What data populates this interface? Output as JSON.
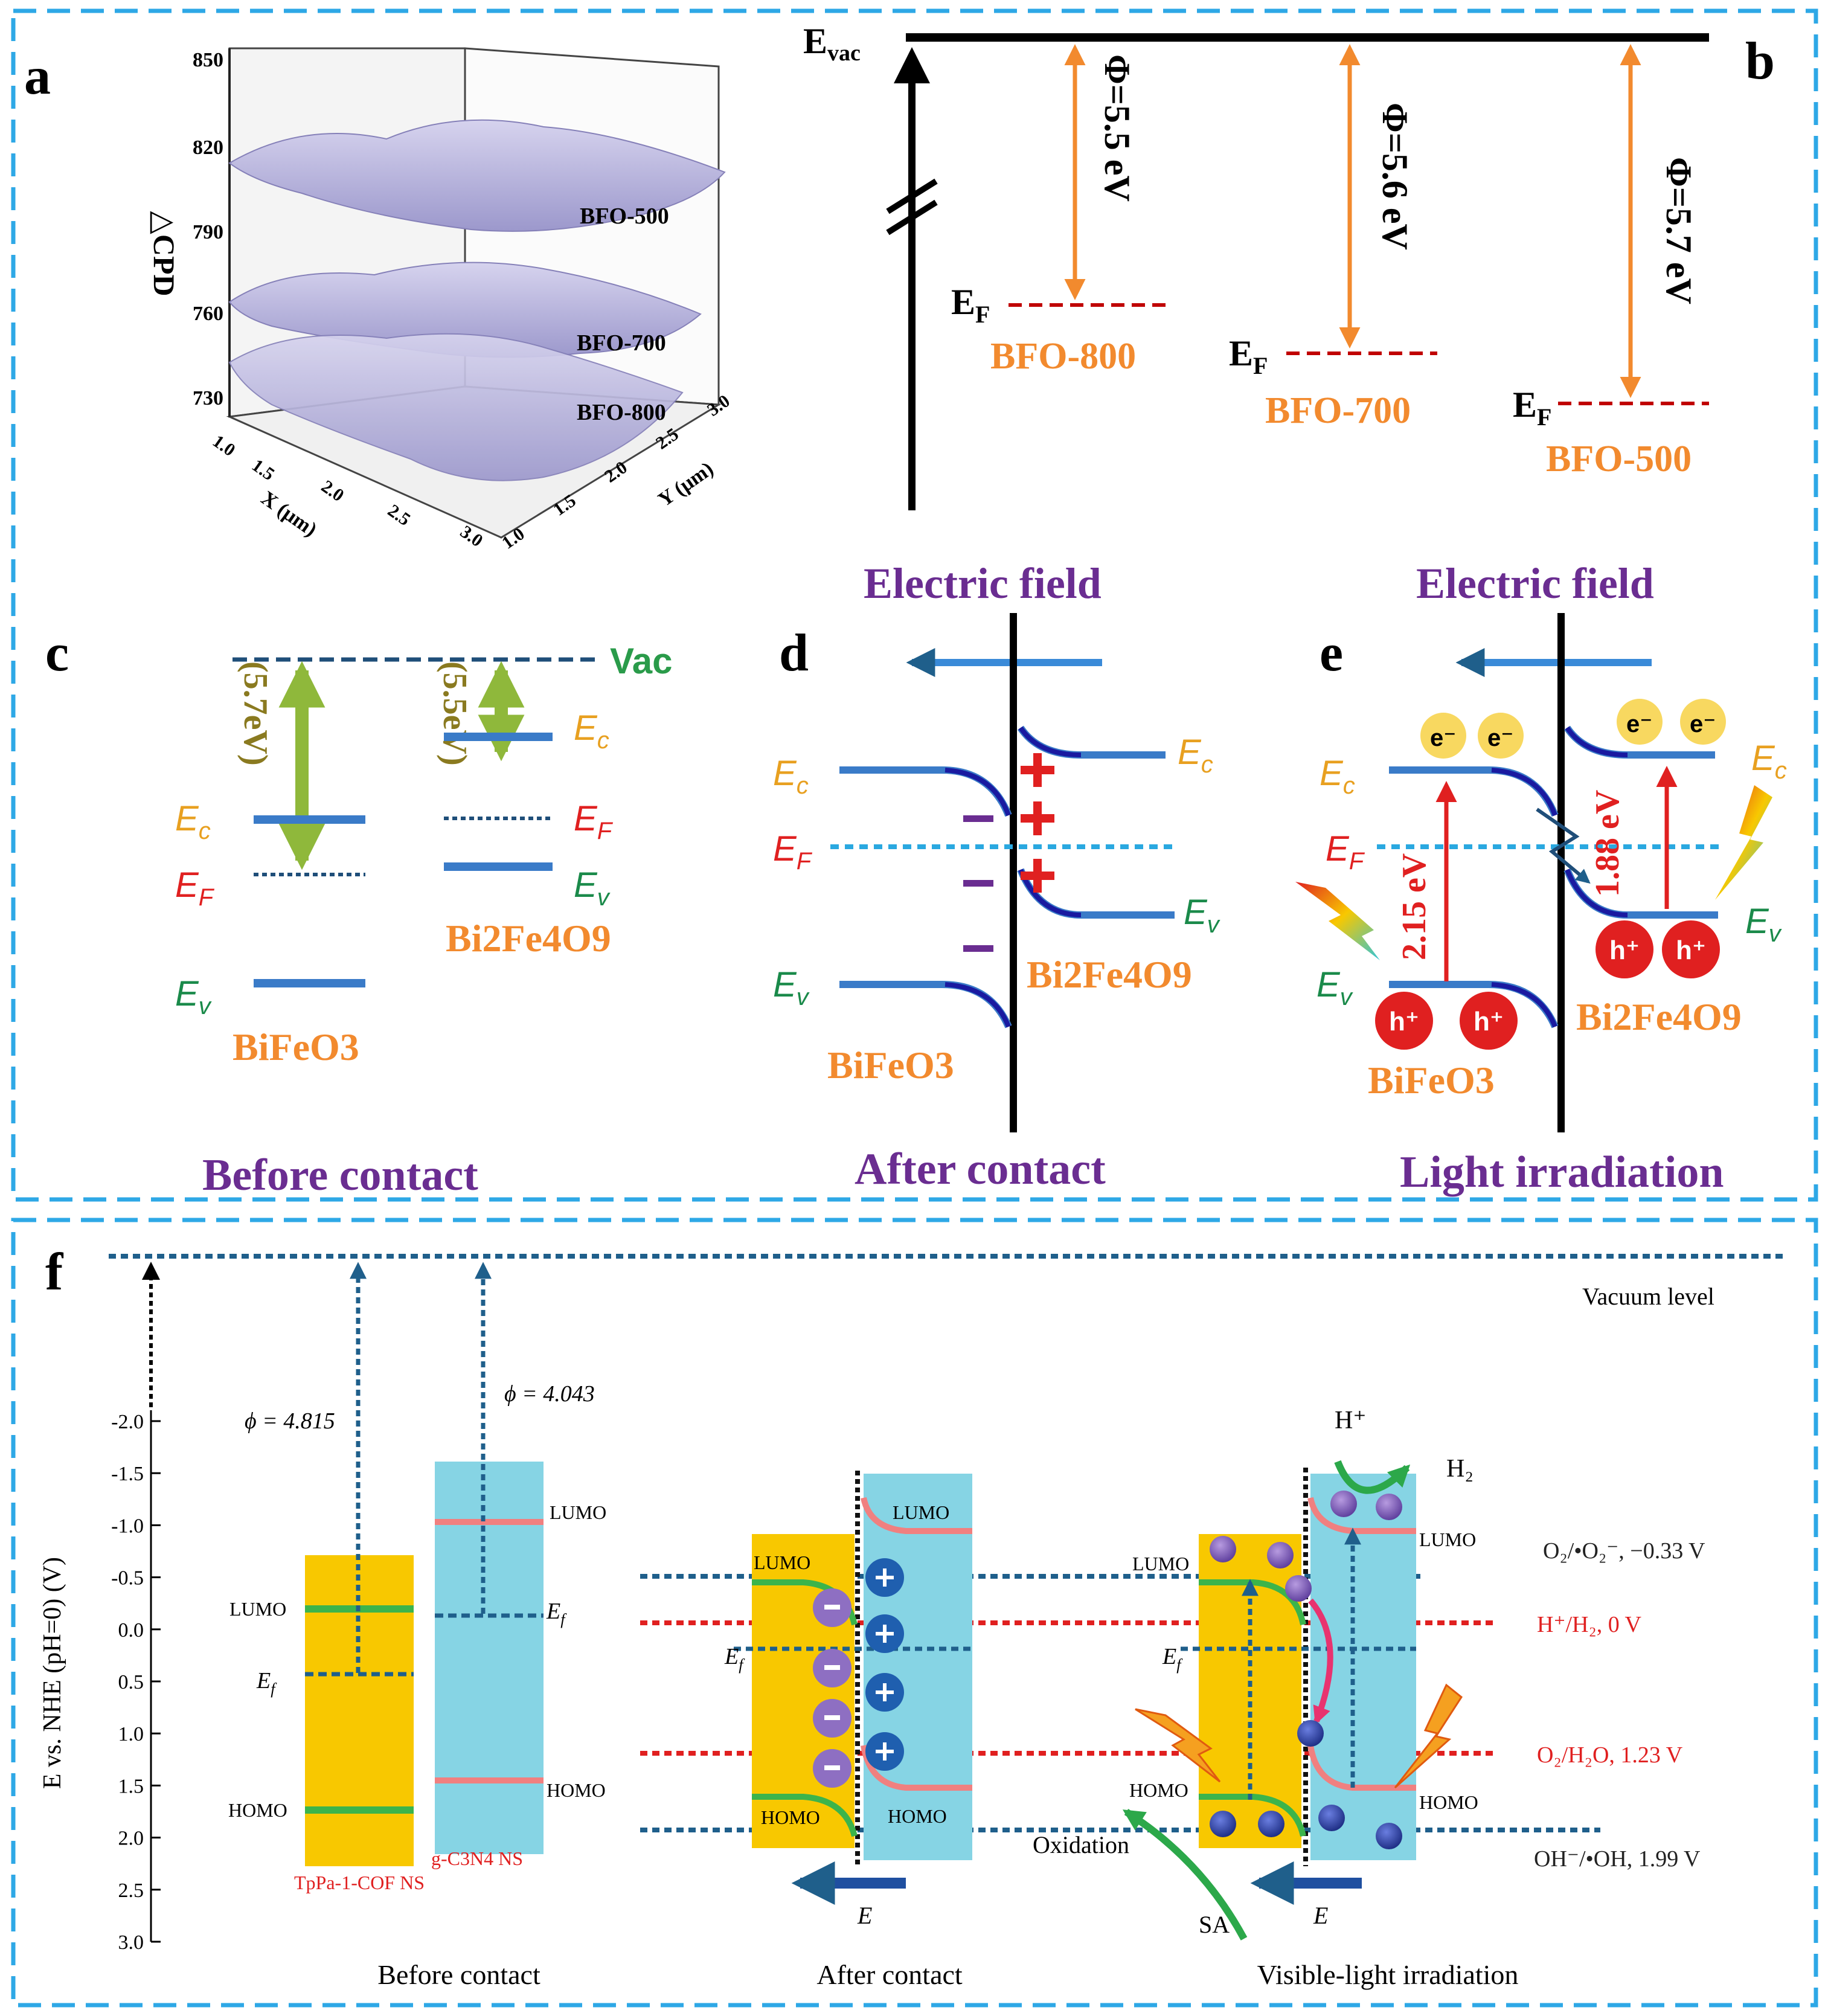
{
  "colors": {
    "frame": "#2ea8e6",
    "orange": "#f28a2e",
    "purple": "#6a2d91",
    "band_blue": "#3a7bc8",
    "dashed_red": "#c00000",
    "green_arrow": "#8fb83b",
    "yellow": "#f8c800",
    "cyan": "#86d4e4",
    "navy": "#1f4e79",
    "red": "#e02020"
  },
  "panel_a": {
    "letter": "a",
    "z_ticks": [
      "850",
      "820",
      "790",
      "760",
      "730"
    ],
    "z_label": "△CPD",
    "x_ticks": [
      "1.0",
      "1.5",
      "2.0",
      "2.5",
      "3.0"
    ],
    "x_label": "X (μm)",
    "y_ticks": [
      "1.0",
      "1.5",
      "2.0",
      "2.5",
      "3.0"
    ],
    "y_label": "Y (μm)",
    "surfaces": [
      "BFO-500",
      "BFO-700",
      "BFO-800"
    ]
  },
  "panel_b": {
    "letter": "b",
    "evac": "E",
    "evac_sub": "vac",
    "ef": "E",
    "ef_sub": "F",
    "items": [
      {
        "phi": "Φ=5.5  eV",
        "sample": "BFO-800"
      },
      {
        "phi": "Φ=5.6 eV",
        "sample": "BFO-700"
      },
      {
        "phi": "Φ=5.7 eV",
        "sample": "BFO-500"
      }
    ]
  },
  "panel_c": {
    "letter": "c",
    "vac": "Vac",
    "gap_left": "(5.7eV)",
    "gap_right": "(5.5eV)",
    "ec": "E",
    "ec_sub": "c",
    "ef": "E",
    "ef_sub": "F",
    "ev": "E",
    "ev_sub": "v",
    "material_left": "BiFeO3",
    "material_right": "Bi2Fe4O9",
    "caption": "Before contact"
  },
  "panel_d": {
    "letter": "d",
    "field": "Electric field",
    "material_left": "BiFeO3",
    "material_right": "Bi2Fe4O9",
    "caption": "After contact"
  },
  "panel_e": {
    "letter": "e",
    "field": "Electric field",
    "gap_left": "2.15 eV",
    "gap_right": "1.88 eV",
    "electron": "e⁻",
    "hole": "h⁺",
    "material_left": "BiFeO3",
    "material_right": "Bi2Fe4O9",
    "caption": "Light irradiation"
  },
  "panel_f": {
    "letter": "f",
    "vacuum": "Vacuum level",
    "axis_label": "E vs. NHE (pH=0) (V)",
    "ticks": [
      "-2.0",
      "-1.5",
      "-1.0",
      "-0.5",
      "0.0",
      "0.5",
      "1.0",
      "1.5",
      "2.0",
      "2.5",
      "3.0"
    ],
    "phi_left": "ϕ = 4.815",
    "phi_right": "ϕ = 4.043",
    "lumo": "LUMO",
    "homo": "HOMO",
    "ef": "E",
    "ef_sub": "f",
    "material_left": "TpPa-1-COF NS",
    "material_right": "g-C3N4 NS",
    "e_field": "E",
    "oxidation": "Oxidation",
    "sa": "SA",
    "h_plus": "H⁺",
    "h2": "H₂",
    "potentials": [
      {
        "label": "O₂/•O₂⁻, −0.33 V",
        "color": "#222222"
      },
      {
        "label": "H⁺/H₂, 0 V",
        "color": "#e02020"
      },
      {
        "label": "O₂/H₂O, 1.23 V",
        "color": "#e02020"
      },
      {
        "label": "OH⁻/•OH, 1.99 V",
        "color": "#222222"
      }
    ],
    "captions": [
      "Before contact",
      "After contact",
      "Visible-light irradiation"
    ]
  }
}
